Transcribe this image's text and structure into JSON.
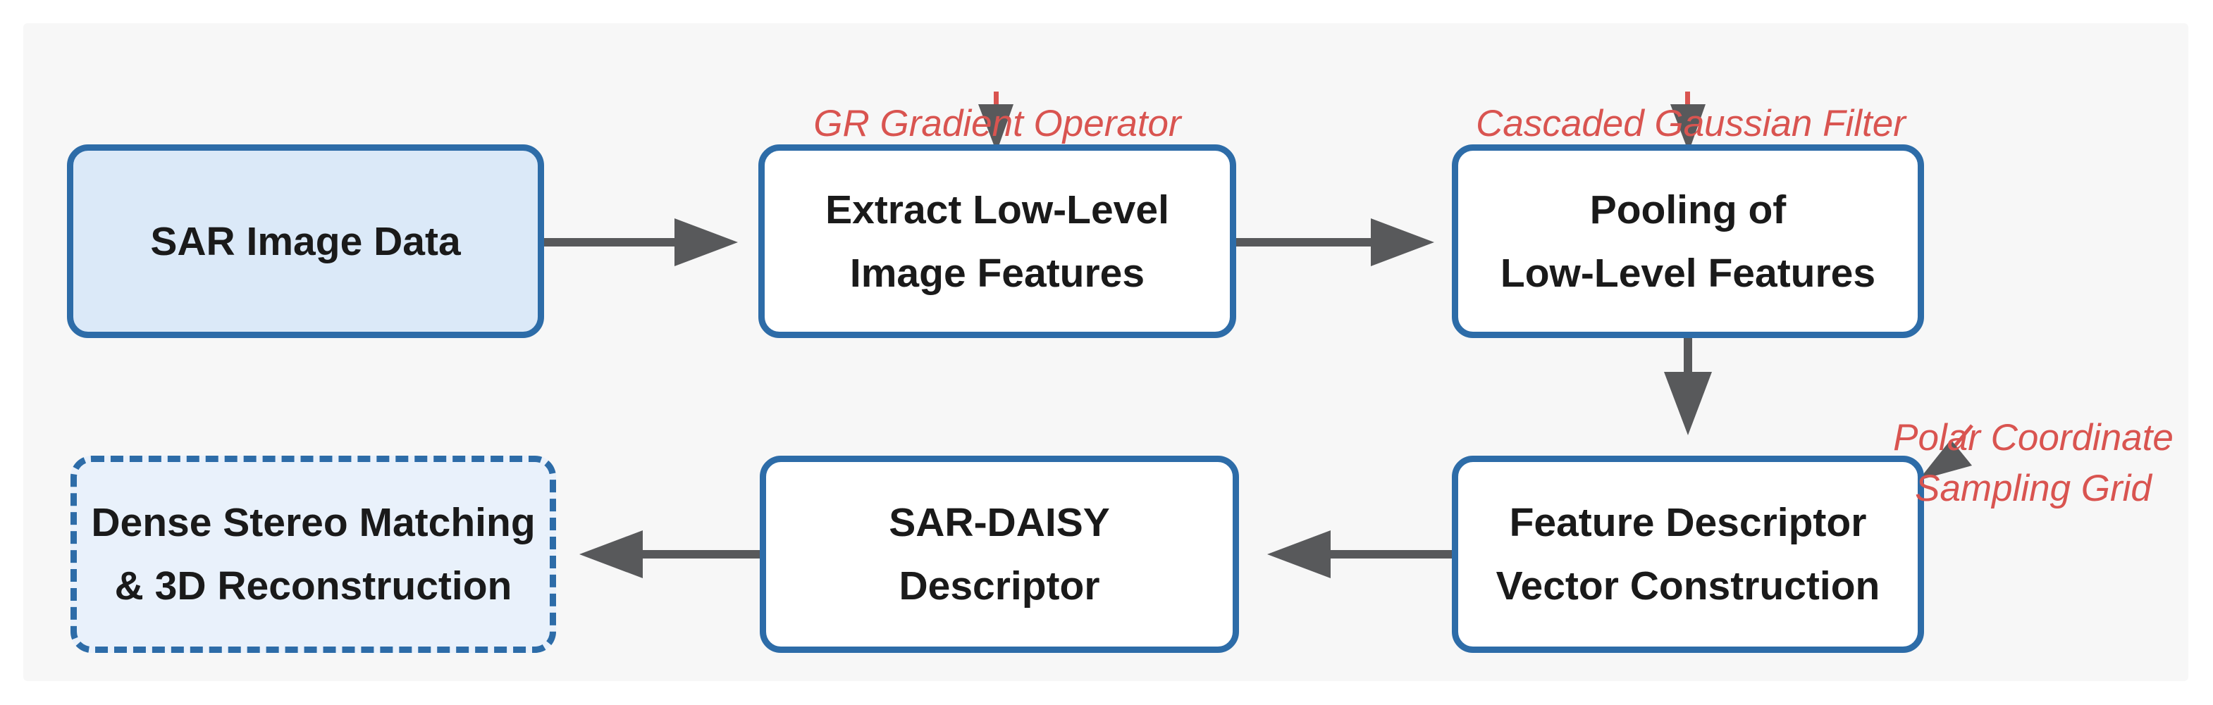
{
  "flowchart": {
    "nodes": [
      {
        "id": "sar-image-data",
        "label": "SAR Image Data",
        "variant": "solid-fill"
      },
      {
        "id": "extract-low-level",
        "label": "Extract Low-Level\nImage Features",
        "variant": "plain"
      },
      {
        "id": "pooling",
        "label": "Pooling of\nLow-Level Features",
        "variant": "plain"
      },
      {
        "id": "feature-descriptor",
        "label": "Feature Descriptor\nVector Construction",
        "variant": "plain"
      },
      {
        "id": "sar-daisy",
        "label": "SAR-DAISY\nDescriptor",
        "variant": "plain"
      },
      {
        "id": "dense-stereo",
        "label": "Dense Stereo Matching\n& 3D Reconstruction",
        "variant": "dashed-fill"
      }
    ],
    "annotations": [
      {
        "id": "gr-gradient",
        "text": "GR Gradient Operator",
        "target": "extract-low-level"
      },
      {
        "id": "cascaded-gaussian",
        "text": "Cascaded Gaussian Filter",
        "target": "pooling"
      },
      {
        "id": "polar-grid",
        "text": "Polar Coordinate\nSampling Grid",
        "target": "feature-descriptor"
      }
    ],
    "flow": [
      "sar-image-data -> extract-low-level",
      "extract-low-level -> pooling",
      "pooling -> feature-descriptor",
      "feature-descriptor -> sar-daisy",
      "sar-daisy -> dense-stereo"
    ],
    "colors": {
      "node_border": "#2d6ca8",
      "node_fill_solid": "#dbe9f8",
      "node_fill_dashed": "#e9f1fb",
      "node_fill_plain": "#ffffff",
      "arrow": "#58595b",
      "annotation_red": "#d95450",
      "panel_background": "#f7f7f7",
      "text": "#1a1a1a"
    }
  }
}
